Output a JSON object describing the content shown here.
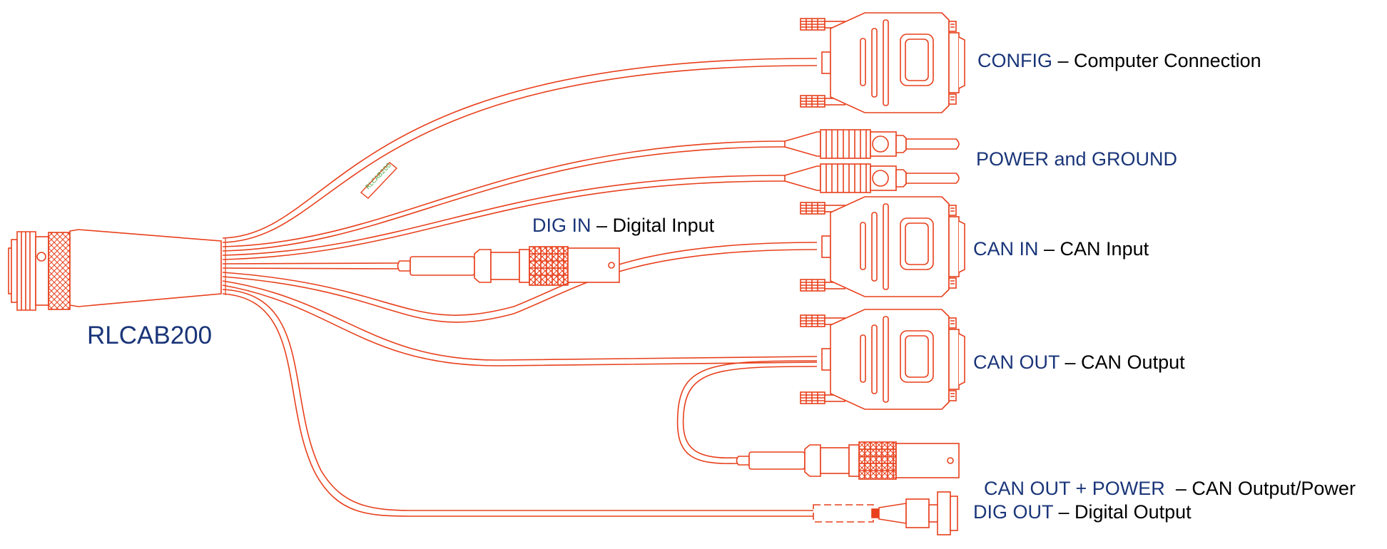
{
  "colors": {
    "line": "#e8401c",
    "connector_name": "#1a3579",
    "description": "#000000",
    "sleeve_label": "#4aa84a"
  },
  "main_connector": {
    "name": "RLCAB200"
  },
  "sleeve_label": "RLCAB200",
  "connectors": [
    {
      "id": "config",
      "name": "CONFIG",
      "separator": " – ",
      "description": "Computer Connection"
    },
    {
      "id": "power",
      "name": "POWER and GROUND",
      "separator": "",
      "description": ""
    },
    {
      "id": "dig-in",
      "name": "DIG IN",
      "separator": " – ",
      "description": "Digital Input"
    },
    {
      "id": "can-in",
      "name": "CAN IN",
      "separator": " – ",
      "description": "CAN Input"
    },
    {
      "id": "can-out",
      "name": "CAN OUT",
      "separator": " – ",
      "description": "CAN Output"
    },
    {
      "id": "can-out-power",
      "name": "CAN OUT + POWER",
      "separator": "  – ",
      "description": "CAN Output/Power"
    },
    {
      "id": "dig-out",
      "name": "DIG OUT",
      "separator": " – ",
      "description": "Digital Output"
    }
  ]
}
